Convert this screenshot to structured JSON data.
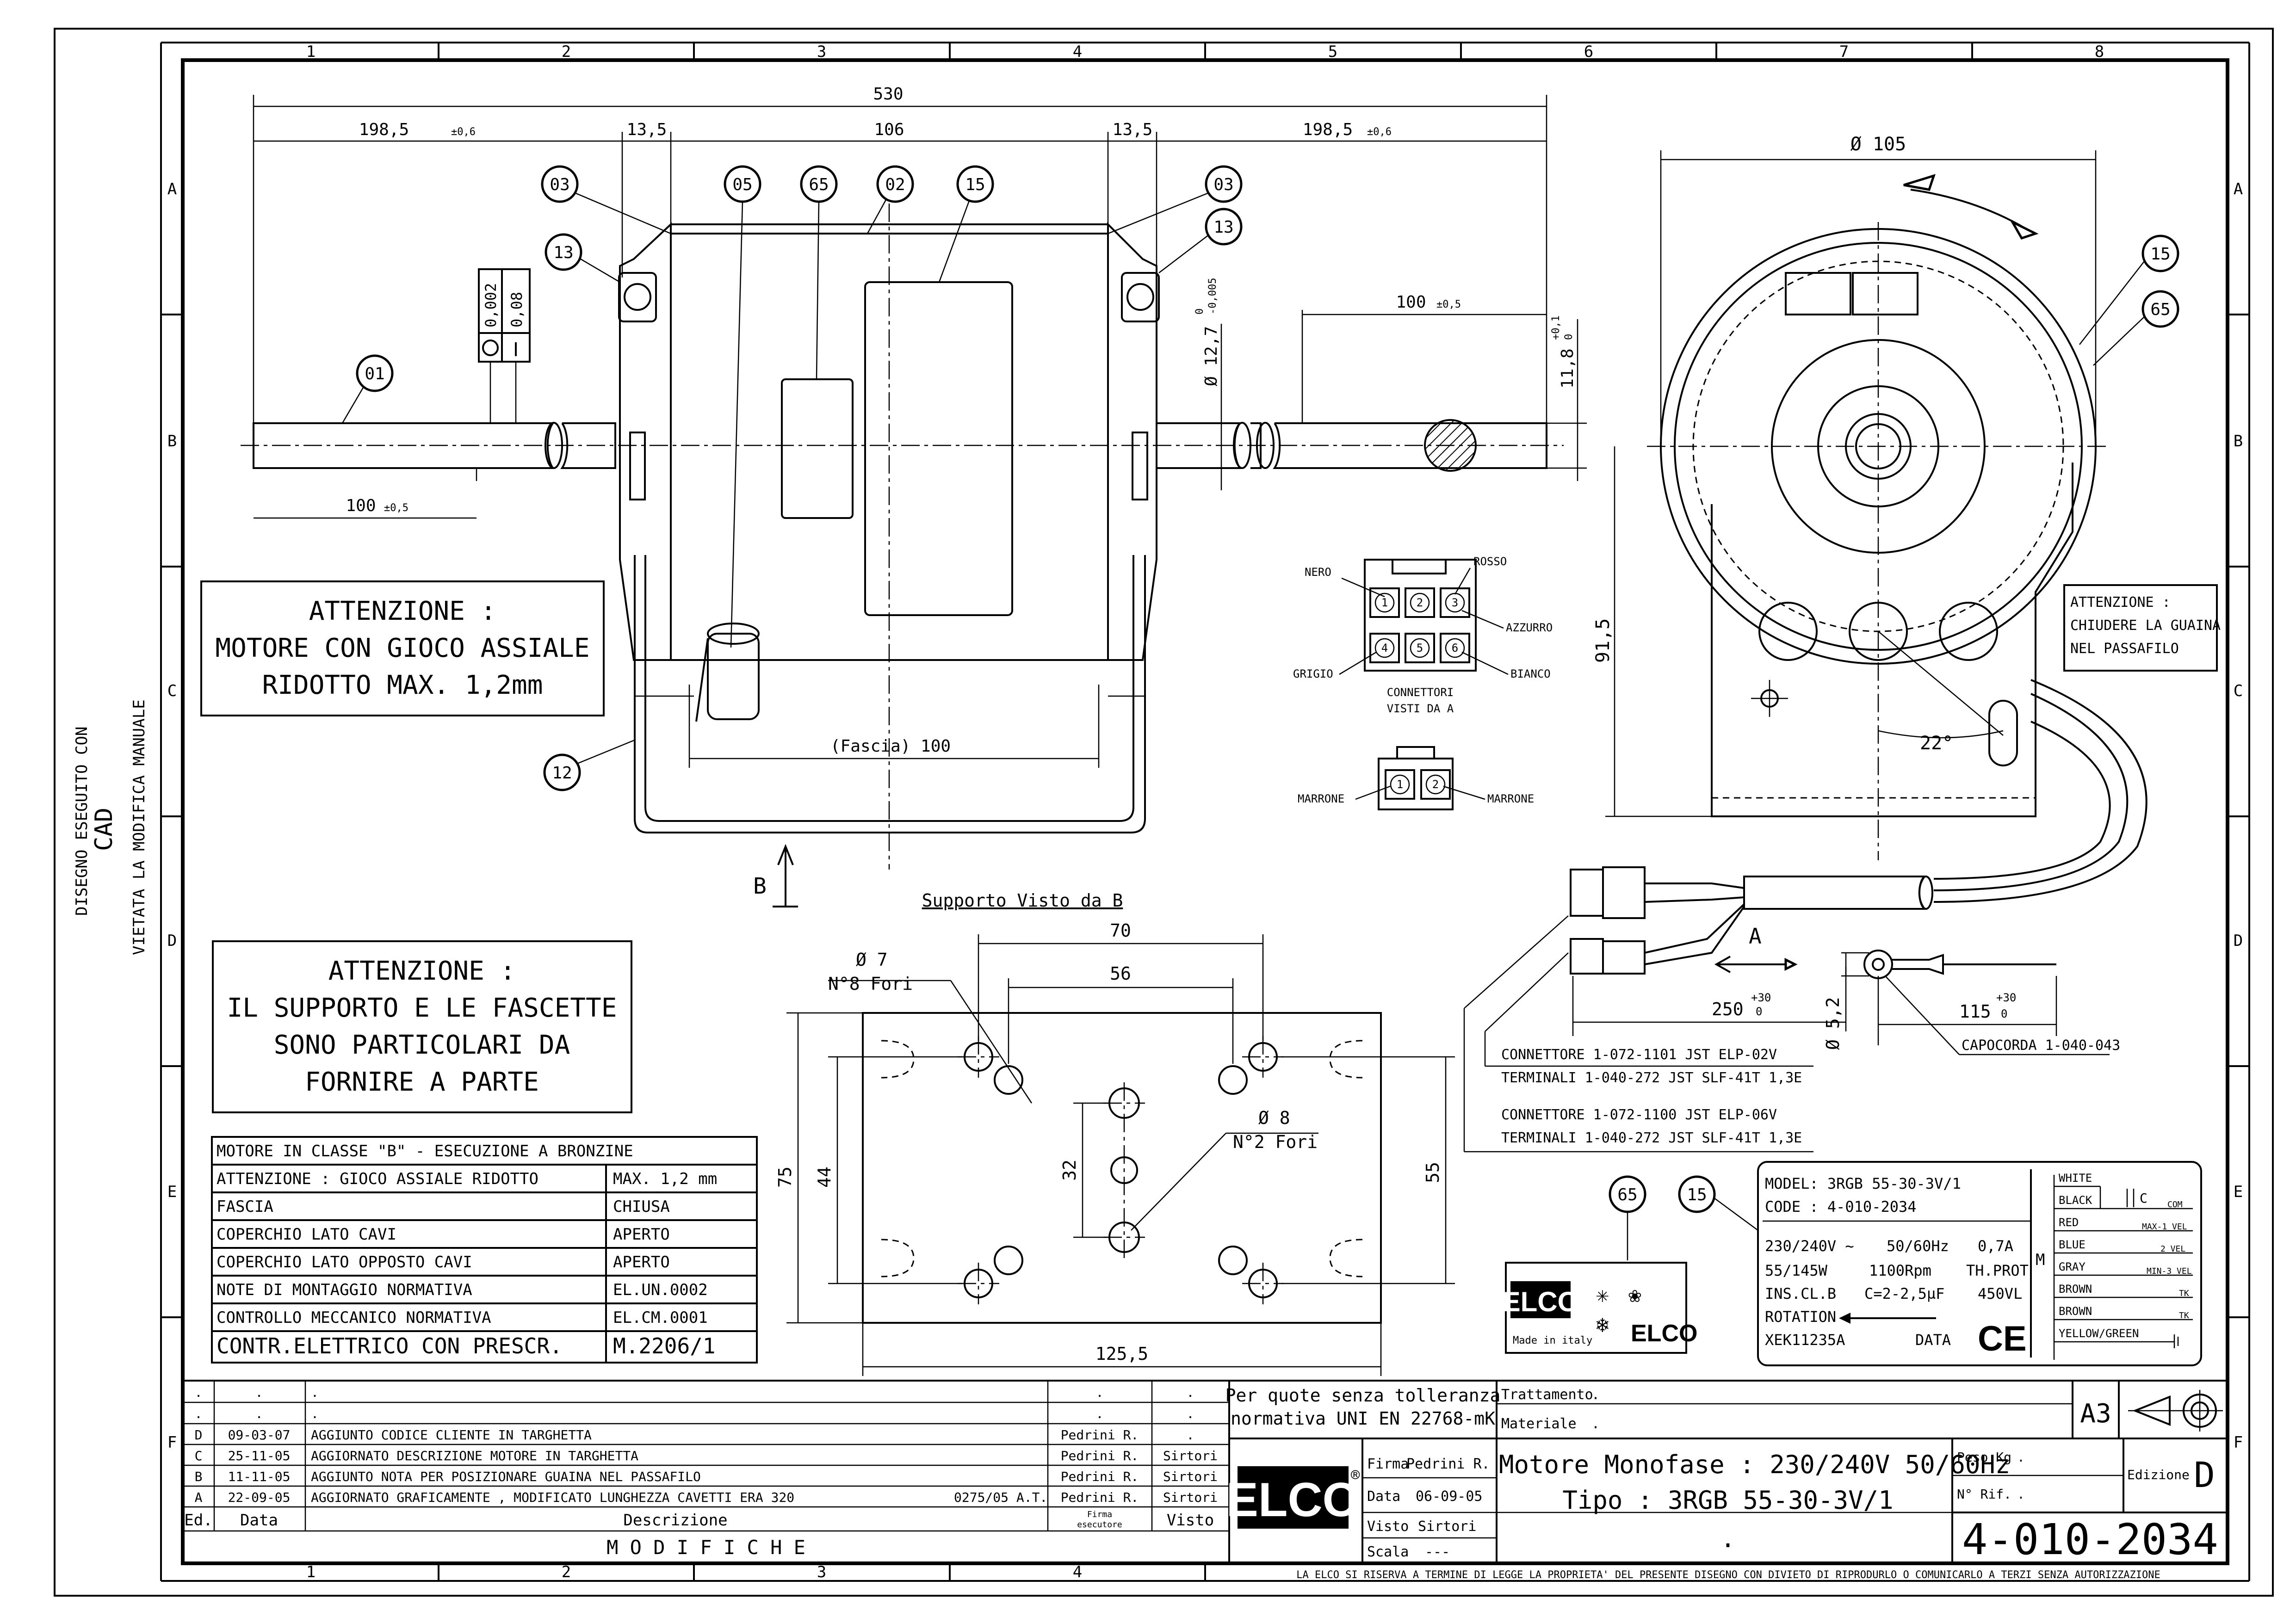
{
  "frame": {
    "columns": [
      "1",
      "2",
      "3",
      "4",
      "5",
      "6",
      "7",
      "8"
    ],
    "rows": [
      "A",
      "B",
      "C",
      "D",
      "E",
      "F"
    ]
  },
  "side_note": {
    "line1": "DISEGNO ESEGUITO CON",
    "line2": "CAD",
    "line3": "VIETATA LA MODIFICA MANUALE"
  },
  "front_view": {
    "dims": {
      "overall": "530",
      "left_shaft": "198,5",
      "left_shaft_tol": "±0,6",
      "bracket_left": "13,5",
      "body": "106",
      "bracket_right": "13,5",
      "right_shaft": "198,5",
      "right_shaft_tol": "±0,6",
      "key_length": "100",
      "key_length_tol": "±0,5",
      "shaft_left_flat": "100",
      "shaft_left_flat_tol": "±0,5",
      "shaft_diameter": "Ø 12,7",
      "shaft_diameter_tol_upper": "0",
      "shaft_diameter_tol_lower": "-0,005",
      "flat_height": "11,8",
      "flat_height_tol_upper": "+0,1",
      "flat_height_tol_lower": "0",
      "fascia": "(Fascia) 100",
      "tol_box_1": "0,002",
      "tol_box_2": "0,08"
    },
    "balloons": [
      "01",
      "03",
      "05",
      "65",
      "02",
      "15",
      "03",
      "13",
      "13",
      "12"
    ],
    "view_arrow_label": "B"
  },
  "warning_axial": {
    "line1": "ATTENZIONE :",
    "line2": "MOTORE CON GIOCO ASSIALE",
    "line3": "RIDOTTO MAX. 1,2mm"
  },
  "warning_support": {
    "line1": "ATTENZIONE :",
    "line2": "IL SUPPORTO E LE FASCETTE",
    "line3": "SONO PARTICOLARI DA",
    "line4": "FORNIRE A PARTE"
  },
  "connector_6": {
    "labels": {
      "nero": "NERO",
      "rosso": "ROSSO",
      "azzurro": "AZZURRO",
      "grigio": "GRIGIO",
      "bianco": "BIANCO"
    },
    "pins": [
      "1",
      "2",
      "3",
      "4",
      "5",
      "6"
    ],
    "caption1": "CONNETTORI",
    "caption2": "VISTI DA A"
  },
  "connector_2": {
    "left_label": "MARRONE",
    "right_label": "MARRONE",
    "pins": [
      "1",
      "2"
    ]
  },
  "support_view": {
    "title": "Supporto Visto da B",
    "hole_a": "Ø 7",
    "hole_a_count": "N°8 Fori",
    "hole_b": "Ø 8",
    "hole_b_count": "N°2 Fori",
    "dim_70": "70",
    "dim_56": "56",
    "dim_75": "75",
    "dim_44": "44",
    "dim_32": "32",
    "dim_55": "55",
    "dim_125": "125,5"
  },
  "side_view": {
    "diameter": "Ø 105",
    "height": "91,5",
    "angle": "22°",
    "balloons": [
      "15",
      "65"
    ],
    "note_line1": "ATTENZIONE :",
    "note_line2": "CHIUDERE LA GUAINA",
    "note_line3": "NEL PASSAFILO"
  },
  "cable": {
    "arrow_a": "A",
    "len_250": "250",
    "len_250_tol_upper": "+30",
    "len_250_tol_lower": "0",
    "len_115": "115",
    "len_115_tol_upper": "+30",
    "len_115_tol_lower": "0",
    "ring": "Ø 5,2",
    "terminal": "CAPOCORDA 1-040-043",
    "conn1_line1": "CONNETTORE 1-072-1101  JST ELP-02V",
    "conn1_line2": "TERMINALI  1-040-272   JST SLF-41T 1,3E",
    "conn2_line1": "CONNETTORE 1-072-1100  JST ELP-06V",
    "conn2_line2": "TERMINALI  1-040-272   JST SLF-41T 1,3E"
  },
  "spec_table": {
    "header": "MOTORE IN CLASSE \"B\" - ESECUZIONE A BRONZINE",
    "rows": [
      {
        "label": "ATTENZIONE : GIOCO ASSIALE RIDOTTO",
        "value": "MAX. 1,2 mm"
      },
      {
        "label": "FASCIA",
        "value": "CHIUSA"
      },
      {
        "label": "COPERCHIO LATO CAVI",
        "value": "APERTO"
      },
      {
        "label": "COPERCHIO LATO OPPOSTO CAVI",
        "value": "APERTO"
      },
      {
        "label": "NOTE DI MONTAGGIO NORMATIVA",
        "value": "EL.UN.0002"
      },
      {
        "label": "CONTROLLO MECCANICO NORMATIVA",
        "value": "EL.CM.0001"
      },
      {
        "label": "CONTR.ELETTRICO CON PRESCR.",
        "value": "M.2206/1"
      }
    ]
  },
  "label_plate": {
    "balloon_a": "65",
    "balloon_b": "15",
    "model": "MODEL: 3RGB 55-30-3V/1",
    "code": "CODE : 4-010-2034",
    "line_v": "230/240V ~",
    "line_hz": "50/60Hz",
    "line_a": "0,7A",
    "line_w": "55/145W",
    "line_rpm": "1100Rpm",
    "line_th": "TH.PROT",
    "line_ins": "INS.CL.B",
    "line_cap": "C=2-2,5µF",
    "line_vl": "450VL",
    "line_rot": "ROTATION",
    "line_xek": "XEK11235A",
    "line_data": "DATA",
    "ce": "CE",
    "m": "M",
    "wires": [
      {
        "color": "WHITE",
        "func": ""
      },
      {
        "color": "BLACK",
        "func": "COM"
      },
      {
        "color": "RED",
        "func": "MAX-1 VEL"
      },
      {
        "color": "BLUE",
        "func": "2 VEL"
      },
      {
        "color": "GRAY",
        "func": "MIN-3 VEL"
      },
      {
        "color": "BROWN",
        "func": "TK"
      },
      {
        "color": "BROWN",
        "func": "TK"
      },
      {
        "color": "YELLOW/GREEN",
        "func": ""
      }
    ],
    "cap_label": "C",
    "logo_made": "Made in italy"
  },
  "revisions": {
    "rows": [
      {
        "ed": ".",
        "date": ".",
        "desc": ".",
        "ref": "",
        "sign": ".",
        "visto": "."
      },
      {
        "ed": ".",
        "date": ".",
        "desc": ".",
        "ref": "",
        "sign": ".",
        "visto": "."
      },
      {
        "ed": "D",
        "date": "09-03-07",
        "desc": "AGGIUNTO CODICE CLIENTE IN TARGHETTA",
        "ref": "",
        "sign": "Pedrini R.",
        "visto": "."
      },
      {
        "ed": "C",
        "date": "25-11-05",
        "desc": "AGGIORNATO DESCRIZIONE MOTORE IN TARGHETTA",
        "ref": "",
        "sign": "Pedrini R.",
        "visto": "Sirtori"
      },
      {
        "ed": "B",
        "date": "11-11-05",
        "desc": "AGGIUNTO NOTA PER POSIZIONARE GUAINA NEL PASSAFILO",
        "ref": "",
        "sign": "Pedrini R.",
        "visto": "Sirtori"
      },
      {
        "ed": "A",
        "date": "22-09-05",
        "desc": "AGGIORNATO GRAFICAMENTE , MODIFICATO LUNGHEZZA CAVETTI ERA 320",
        "ref": "0275/05 A.T.",
        "sign": "Pedrini R.",
        "visto": "Sirtori"
      }
    ],
    "head_ed": "Ed.",
    "head_date": "Data",
    "head_desc": "Descrizione",
    "head_sign1": "Firma",
    "head_sign2": "esecutore",
    "head_visto": "Visto",
    "footer": "M O D I F I C H E"
  },
  "title_block": {
    "tolerance1": "Per quote senza tolleranza",
    "tolerance2": "normativa UNI EN 22768-mK",
    "trattamento": "Trattamento",
    "trattamento_val": ".",
    "materiale": "Materiale",
    "materiale_val": ".",
    "format": "A3",
    "firma_label": "Firma",
    "firma": "Pedrini R.",
    "data_label": "Data",
    "data": "06-09-05",
    "visto_label": "Visto",
    "visto": "Sirtori",
    "scala_label": "Scala",
    "scala": "---",
    "title1": "Motore Monofase : 230/240V 50/60Hz",
    "title2": "Tipo : 3RGB 55-30-3V/1",
    "title3": ".",
    "peso": "Peso Kg",
    "peso_val": ".",
    "nrif": "N° Rif.",
    "nrif_val": ".",
    "edizione": "Edizione",
    "edizione_val": "D",
    "drawing_no": "4-010-2034",
    "logo": "ELCO",
    "footer": "LA ELCO SI RISERVA A TERMINE DI LEGGE LA PROPRIETA' DEL PRESENTE DISEGNO CON DIVIETO DI RIPRODURLO O COMUNICARLO A TERZI SENZA AUTORIZZAZIONE"
  }
}
